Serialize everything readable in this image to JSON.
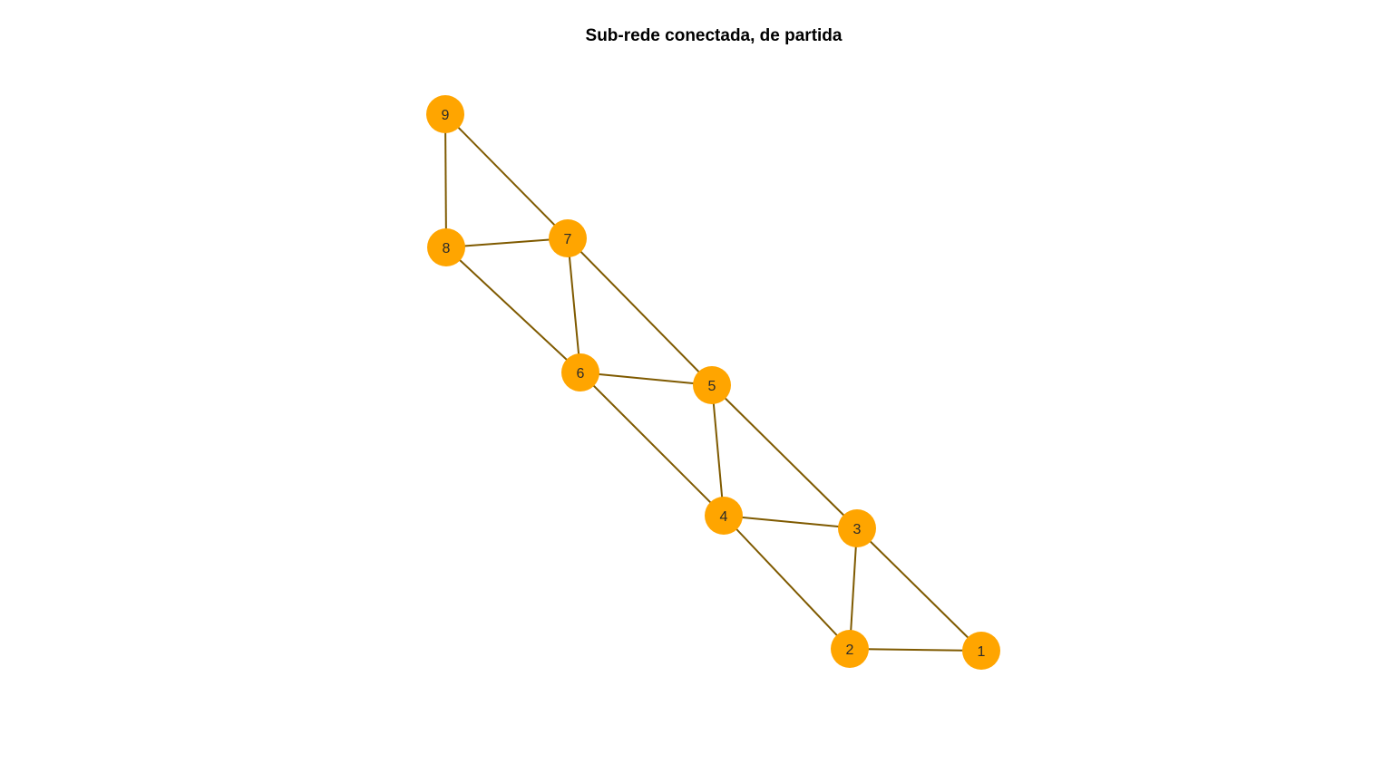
{
  "title": "Sub-rede conectada, de partida",
  "colors": {
    "node_fill": "#FFA500",
    "edge": "#7F5A00",
    "label": "#2B2B2B"
  },
  "nodes": [
    {
      "id": "1",
      "label": "1"
    },
    {
      "id": "2",
      "label": "2"
    },
    {
      "id": "3",
      "label": "3"
    },
    {
      "id": "4",
      "label": "4"
    },
    {
      "id": "5",
      "label": "5"
    },
    {
      "id": "6",
      "label": "6"
    },
    {
      "id": "7",
      "label": "7"
    },
    {
      "id": "8",
      "label": "8"
    },
    {
      "id": "9",
      "label": "9"
    }
  ],
  "edges": [
    [
      "1",
      "2"
    ],
    [
      "1",
      "3"
    ],
    [
      "2",
      "3"
    ],
    [
      "2",
      "4"
    ],
    [
      "3",
      "4"
    ],
    [
      "3",
      "5"
    ],
    [
      "4",
      "5"
    ],
    [
      "4",
      "6"
    ],
    [
      "5",
      "6"
    ],
    [
      "5",
      "7"
    ],
    [
      "6",
      "7"
    ],
    [
      "6",
      "8"
    ],
    [
      "7",
      "8"
    ],
    [
      "7",
      "9"
    ],
    [
      "8",
      "9"
    ]
  ]
}
